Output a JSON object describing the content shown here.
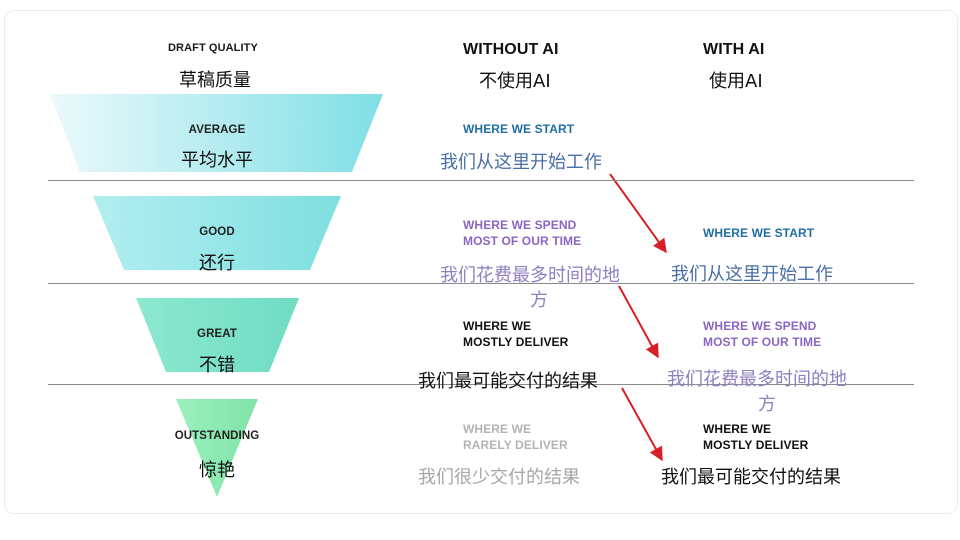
{
  "headers": {
    "draft_quality_en": "DRAFT QUALITY",
    "draft_quality_zh": "草稿质量",
    "without_ai_en": "WITHOUT AI",
    "without_ai_zh": "不使用AI",
    "with_ai_en": "WITH AI",
    "with_ai_zh": "使用AI"
  },
  "levels": [
    {
      "en": "AVERAGE",
      "zh": "平均水平"
    },
    {
      "en": "GOOD",
      "zh": "还行"
    },
    {
      "en": "GREAT",
      "zh": "不错"
    },
    {
      "en": "OUTSTANDING",
      "zh": "惊艳"
    }
  ],
  "without_ai": [
    {
      "en_1": "WHERE WE START",
      "en_2": "",
      "zh_1": "我们从这里开始工作",
      "zh_2": ""
    },
    {
      "en_1": "WHERE WE SPEND",
      "en_2": "MOST OF OUR TIME",
      "zh_1": "我们花费最多时间的地",
      "zh_2": "方"
    },
    {
      "en_1": "WHERE WE",
      "en_2": "MOSTLY DELIVER",
      "zh_1": "我们最可能交付的结果",
      "zh_2": ""
    },
    {
      "en_1": "WHERE WE",
      "en_2": "RARELY DELIVER",
      "zh_1": "我们很少交付的结果",
      "zh_2": ""
    }
  ],
  "with_ai": [
    {
      "en_1": "WHERE WE START",
      "en_2": "",
      "zh_1": "我们从这里开始工作",
      "zh_2": ""
    },
    {
      "en_1": "WHERE WE SPEND",
      "en_2": "MOST OF OUR TIME",
      "zh_1": "我们花费最多时间的地",
      "zh_2": "方"
    },
    {
      "en_1": "WHERE WE",
      "en_2": "MOSTLY DELIVER",
      "zh_1": "我们最可能交付的结果",
      "zh_2": ""
    }
  ],
  "colors": {
    "funnel_top": "#b8ecf0",
    "funnel_bottom": "#7fe3b4",
    "start_blue": "#1f6fa3",
    "spend_purple": "#8a66c1",
    "deliver_black": "#111111",
    "rare_grey": "#b3b3b3",
    "arrow_red": "#d61f26",
    "rule_grey": "#8a8a8a"
  }
}
